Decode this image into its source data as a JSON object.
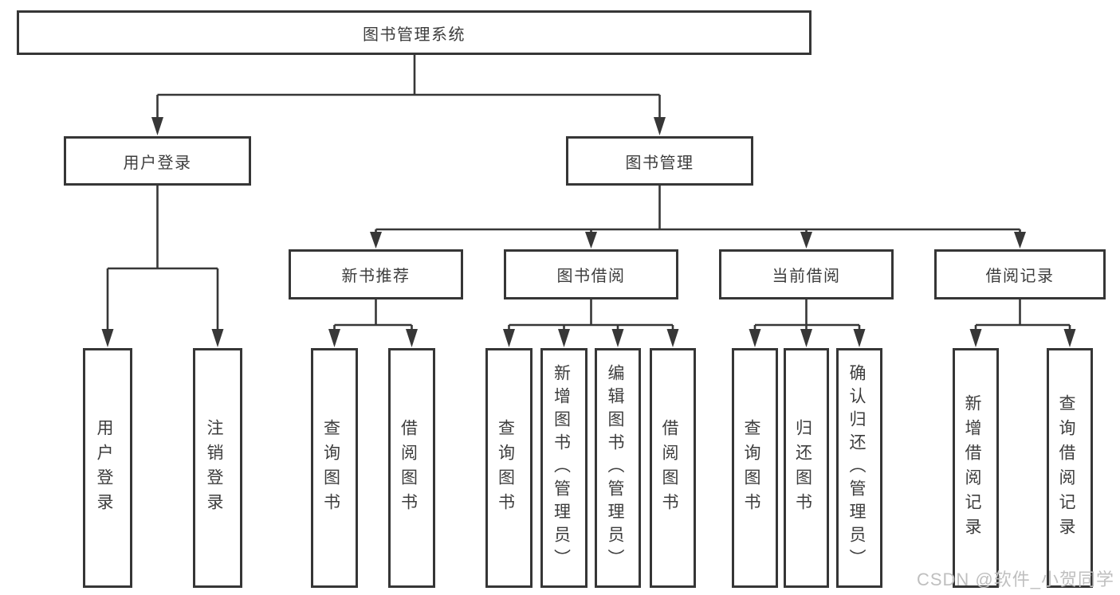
{
  "tree": {
    "root": "图书管理系统",
    "branches": [
      {
        "label": "用户登录",
        "children": [
          "用户登录",
          "注销登录"
        ]
      },
      {
        "label": "图书管理",
        "sections": [
          {
            "label": "新书推荐",
            "children": [
              "查询图书",
              "借阅图书"
            ]
          },
          {
            "label": "图书借阅",
            "children": [
              "查询图书",
              "新增图书（管理员）",
              "编辑图书（管理员）",
              "借阅图书"
            ]
          },
          {
            "label": "当前借阅",
            "children": [
              "查询图书",
              "归还图书",
              "确认归还（管理员）"
            ]
          },
          {
            "label": "借阅记录",
            "children": [
              "新增借阅记录",
              "查询借阅记录"
            ]
          }
        ]
      }
    ]
  },
  "watermark": "CSDN @软件_小贺同学",
  "colors": {
    "line": "#373737",
    "box_border": "#363636",
    "text": "#3d3d3d",
    "background": "#ffffff",
    "watermark": "#bfbfbf"
  }
}
